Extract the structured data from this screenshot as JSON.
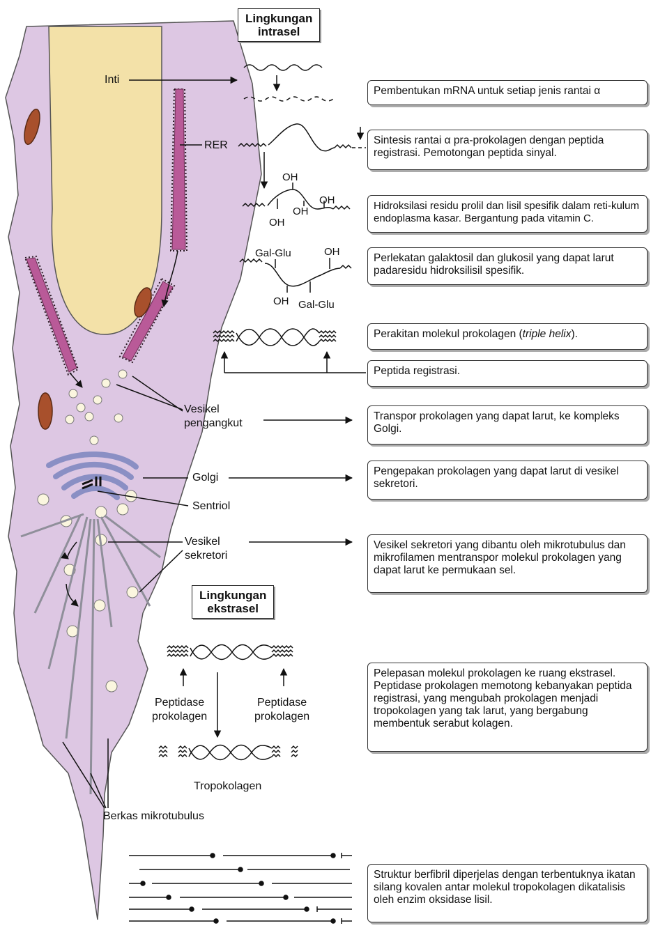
{
  "headers": {
    "intracellular": [
      "Lingkungan",
      "intrasel"
    ],
    "extracellular": [
      "Lingkungan",
      "ekstrasel"
    ]
  },
  "labels": {
    "inti": "Inti",
    "rer": "RER",
    "vesikel_pengangkut": [
      "Vesikel",
      "pengangkut"
    ],
    "golgi": "Golgi",
    "sentriol": "Sentriol",
    "vesikel_sekretori": [
      "Vesikel",
      "sekretori"
    ],
    "peptidase_left": [
      "Peptidase",
      "prokolagen"
    ],
    "peptidase_right": [
      "Peptidase",
      "prokolagen"
    ],
    "tropokolagen": "Tropokolagen",
    "berkas_mikrotubulus": "Berkas mikrotubulus"
  },
  "molecule_labels": {
    "oh_1": "OH",
    "oh_2": "OH",
    "oh_3": "OH",
    "oh_4": "OH",
    "gal_glu_top": "Gal-Glu",
    "oh_5": "OH",
    "oh_6": "OH",
    "gal_glu_bottom": "Gal-Glu"
  },
  "steps": {
    "s1": "Pembentukan mRNA untuk setiap jenis rantai α",
    "s2": "Sintesis rantai α pra-prokolagen dengan peptida registrasi. Pemotongan peptida  sinyal.",
    "s3": "Hidroksilasi residu prolil dan lisil spesifik dalam reti-kulum endoplasma kasar. Bergantung pada vitamin C.",
    "s4": "Perlekatan galaktosil dan glukosil yang dapat larut padaresidu hidroksilisil spesifik.",
    "s5_main": "Perakitan molekul prokolagen (",
    "s5_italic": "triple helix",
    "s5_end": ").",
    "s6": "Peptida  registrasi.",
    "s7": "Transpor prokolagen yang dapat larut, ke kompleks Golgi.",
    "s8": "Pengepakan prokolagen yang dapat larut di vesikel sekretori.",
    "s9": "Vesikel sekretori yang dibantu oleh mikrotubulus dan mikrofilamen mentranspor molekul prokolagen yang dapat larut ke permukaan sel.",
    "s10": "Pelepasan molekul prokolagen ke ruang ekstrasel. Peptidase prokolagen memotong kebanyakan peptida  registrasi, yang mengubah prokolagen menjadi tropokolagen yang tak larut, yang bergabung membentuk serabut kolagen.",
    "s11": "Struktur berfibril diperjelas dengan terbentuknya ikatan silang kovalen antar molekul tropokolagen dikatalisis oleh enzim oksidase lisil."
  },
  "colors": {
    "cytoplasm": "#ddc7e3",
    "nucleus": "#f3e1a8",
    "rer": "#b95a98",
    "mitochondria": "#a8502c",
    "golgi": "#8a8fc4",
    "vesicle": "#fbf6df"
  }
}
